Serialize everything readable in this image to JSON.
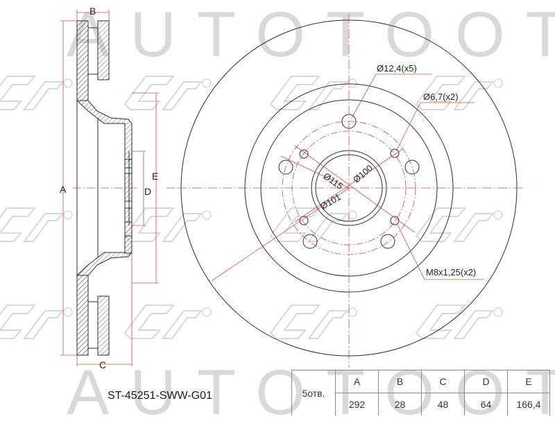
{
  "watermark": {
    "brand_text_top": "AUTOTOOT",
    "brand_text_bottom": "AUTOTOOT",
    "logo": "SAT-logo-registered",
    "color": "#d9d9d9"
  },
  "part_number": "ST-45251-SWW-G01",
  "side_profile": {
    "labels": {
      "A": "A",
      "B": "B",
      "C": "C",
      "D": "D",
      "E": "E"
    }
  },
  "front_view": {
    "callouts": {
      "stud_holes": "Ø12,4(x5)",
      "pin_holes": "Ø6,7(x2)",
      "threaded_holes": "M8x1,25(x2)",
      "pcd": "Ø115",
      "center_bore_outer": "Ø100",
      "center_bore_inner": "Ø101"
    }
  },
  "spec_table": {
    "holes_label": "5отв.",
    "headers": [
      "A",
      "B",
      "C",
      "D",
      "E"
    ],
    "values": [
      "292",
      "28",
      "48",
      "64",
      "166,4"
    ]
  },
  "colors": {
    "line": "#2b2b2b",
    "dimension": "#c0504d",
    "hatch": "#555555"
  }
}
